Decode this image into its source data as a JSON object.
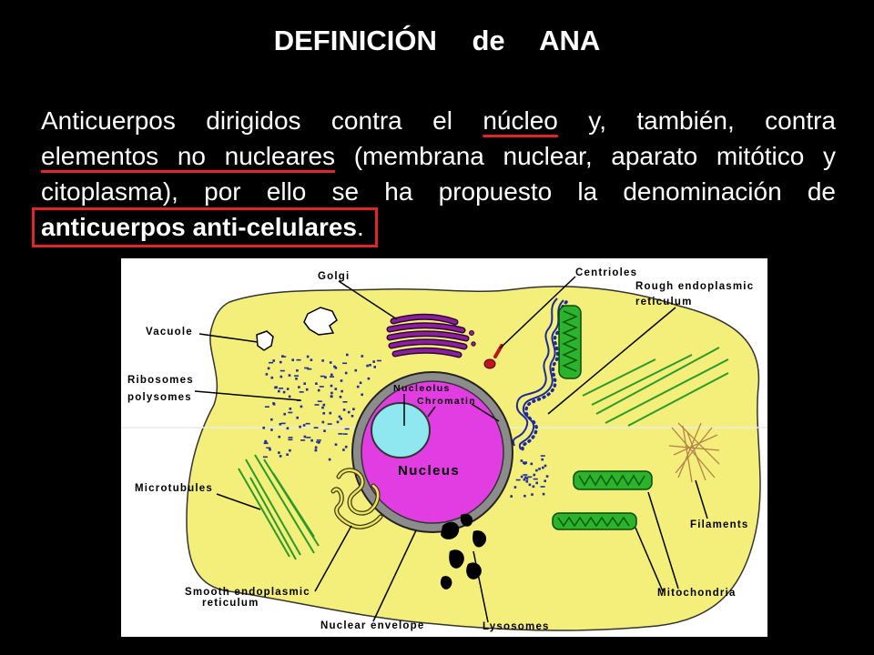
{
  "slide": {
    "title": "DEFINICIÓN de ANA",
    "paragraph": {
      "line1": {
        "before": "Anticuerpos dirigidos contra el ",
        "underlined": "núcleo",
        "after": " y, también, contra"
      },
      "line2": {
        "underlined": "elementos no nucleares",
        "after": " (membrana nuclear, aparato mitótico y"
      },
      "line3": "citoplasma), por ello se ha propuesto la denominación de",
      "line4": {
        "bold": "anticuerpos anti-celulares",
        "after": "."
      }
    },
    "colors": {
      "background": "#000000",
      "text": "#ffffff",
      "highlight": "#e0242a"
    }
  },
  "diagram": {
    "labels": {
      "golgi": "Golgi",
      "centrioles": "Centrioles",
      "rough_er": [
        "Rough endoplasmic",
        "reticulum"
      ],
      "vacuole": "Vacuole",
      "ribosomes": [
        "Ribosomes",
        "polysomes"
      ],
      "nucleolus": "Nucleolus",
      "chromatin": "Chromatin",
      "nucleus": "Nucleus",
      "microtubules": "Microtubules",
      "filaments": "Filaments",
      "smooth_er": [
        "Smooth endoplasmic",
        "reticulum"
      ],
      "mitochondria": "Mitochondria",
      "nuclear_envelope": "Nuclear envelope",
      "lysosomes": "Lysosomes"
    },
    "colors": {
      "cytoplasm": "#f4ee7a",
      "nuclear_envelope": "#8c8c8c",
      "nucleus": "#e23de2",
      "nucleolus": "#8fe7f0",
      "golgi": "#8e1ea0",
      "mitochondria": "#2cb32c",
      "rough_er": "#1c2a9c",
      "microtubules": "#2a9a2a",
      "centrioles": "#c0141e",
      "filaments": "#b5824d",
      "lysosomes": "#000000",
      "smooth_er": "#f2e35a",
      "ribosomes": "#1e2e9a"
    }
  }
}
